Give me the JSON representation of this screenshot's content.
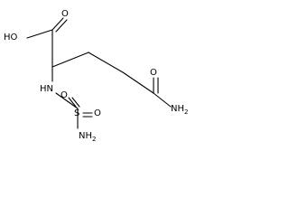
{
  "molecule": {
    "atoms": {
      "hydroxyl": "HO",
      "carbonyl_oxygen_acid": "O",
      "amine_nitrogen": "HN",
      "sulfur": "S",
      "sulfonyl_oxygen_left": "O",
      "sulfonyl_oxygen_right": "O",
      "sulfonamide_nitrogen": "NH",
      "sulfonamide_subscript": "2",
      "amide_oxygen": "O",
      "amide_nitrogen": "NH",
      "amide_subscript": "2"
    }
  }
}
